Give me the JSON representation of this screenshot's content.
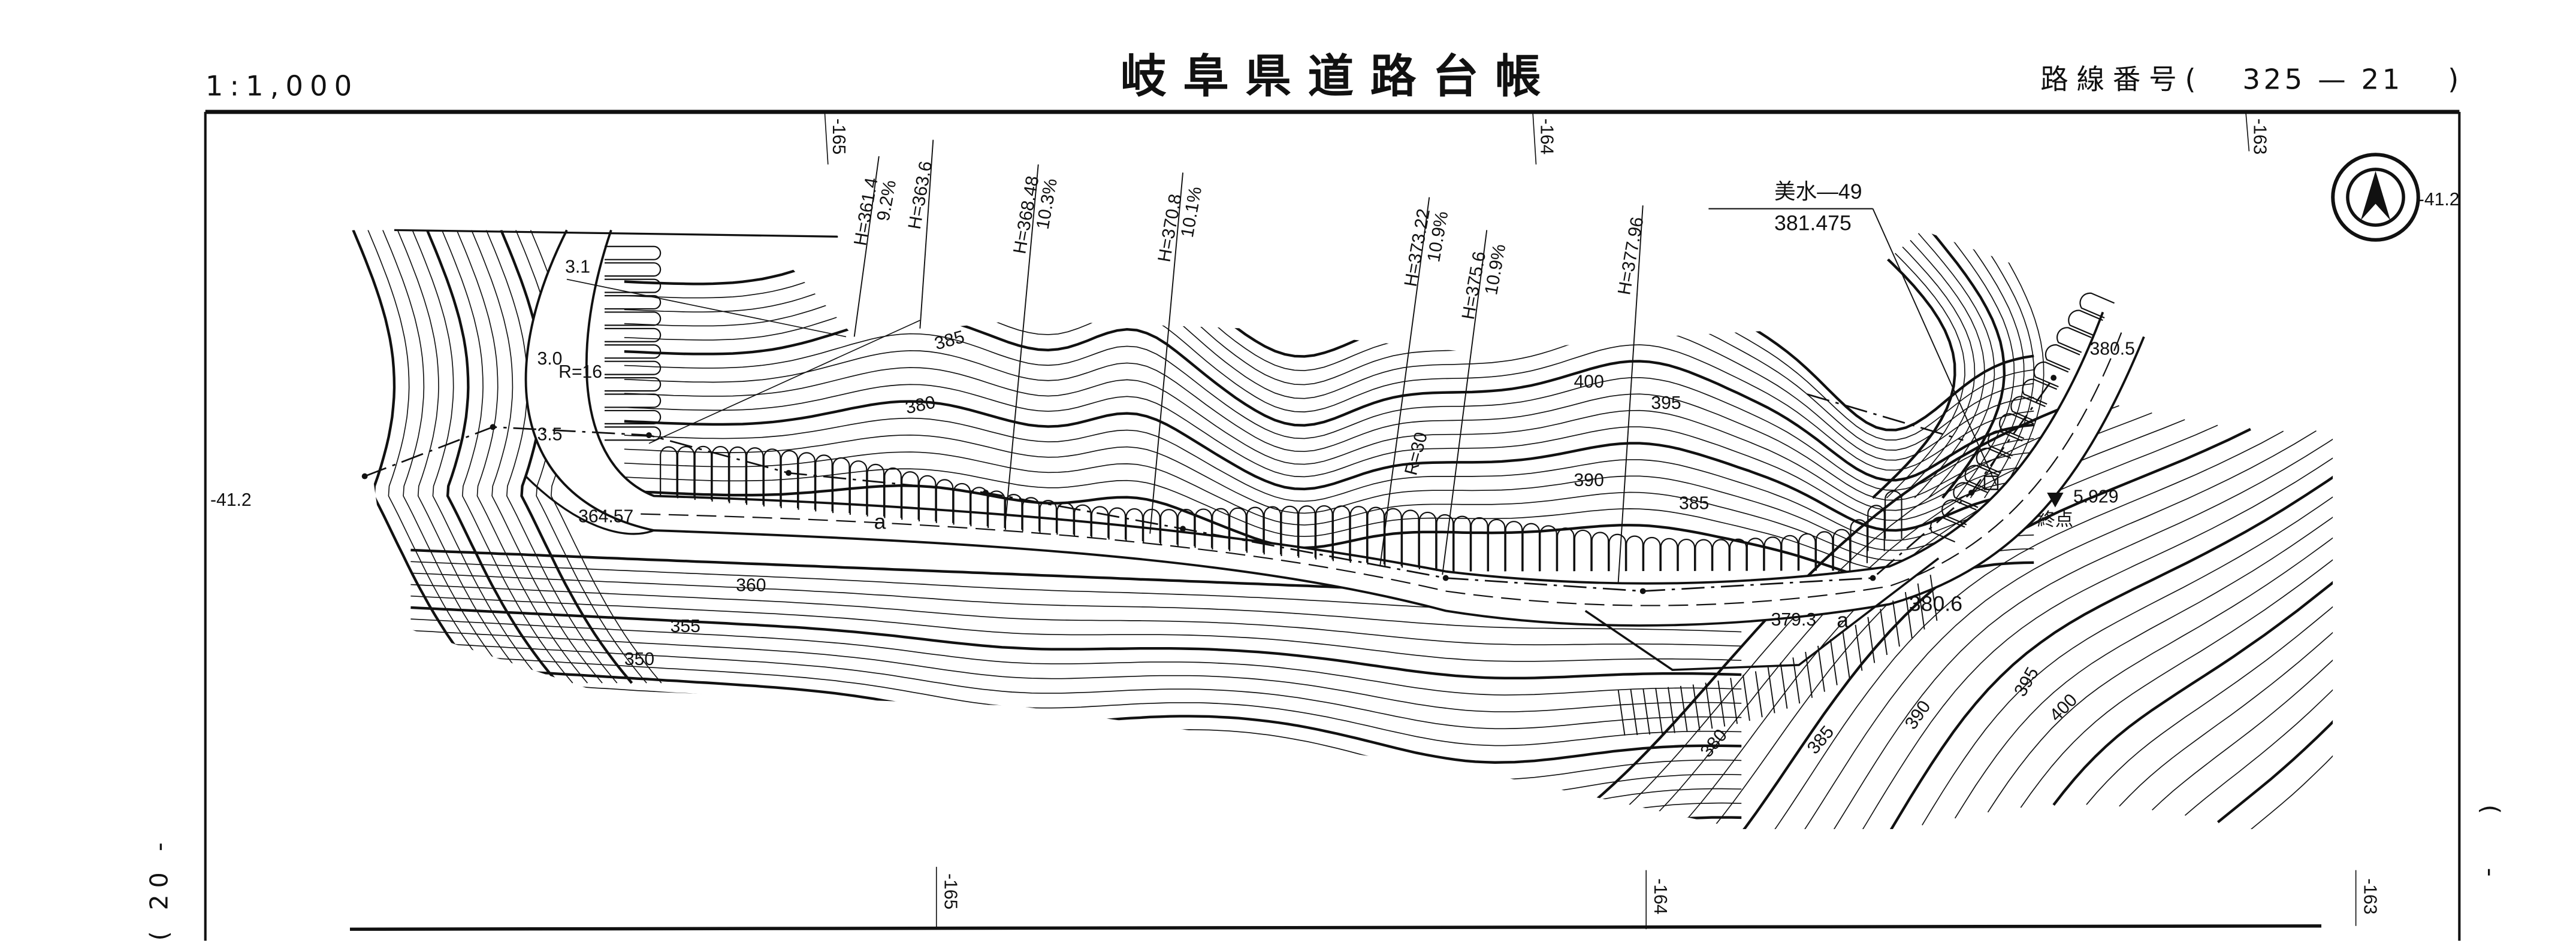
{
  "header": {
    "scale": "1:1,000",
    "title": "岐阜県道路台帳",
    "route_label": "路線番号(",
    "route_number": "325 — 21",
    "route_close": ")"
  },
  "grid_labels": {
    "top": [
      "-165",
      "-164",
      "-163"
    ],
    "bottom": [
      "-165",
      "-164",
      "-163"
    ],
    "left": "-41.2",
    "right": "-41.2"
  },
  "margin": {
    "left_sheet": "( 20 -",
    "right_sheet": "( -"
  },
  "north_arrow": "north-arrow-icon",
  "survey_lines": [
    {
      "height": "H=361.4",
      "grade": "9.2%"
    },
    {
      "height": "H=363.6",
      "grade": ""
    },
    {
      "height": "H=368.48",
      "grade": "10.3%"
    },
    {
      "height": "H=370.8",
      "grade": "10.1%"
    },
    {
      "height": "H=373.22",
      "grade": "10.9%"
    },
    {
      "height": "H=375.6",
      "grade": "10.9%"
    },
    {
      "height": "H=377.96",
      "grade": ""
    }
  ],
  "benchmark": {
    "name": "美水—49",
    "elevation": "381.475"
  },
  "spot_elevations": [
    "364.57",
    "379.3",
    "380.6",
    "380.5",
    "5.929"
  ],
  "end_point": "終点",
  "curves": [
    "R=16",
    "R=30"
  ],
  "widths": [
    "3.1",
    "3.0",
    "3.5"
  ],
  "road_marks": [
    "a",
    "a"
  ],
  "contour_labels": [
    "385",
    "380",
    "400",
    "395",
    "390",
    "385",
    "360",
    "355",
    "350",
    "380",
    "385",
    "390",
    "395",
    "400"
  ],
  "colors": {
    "ink": "#111111",
    "paper": "#ffffff"
  }
}
